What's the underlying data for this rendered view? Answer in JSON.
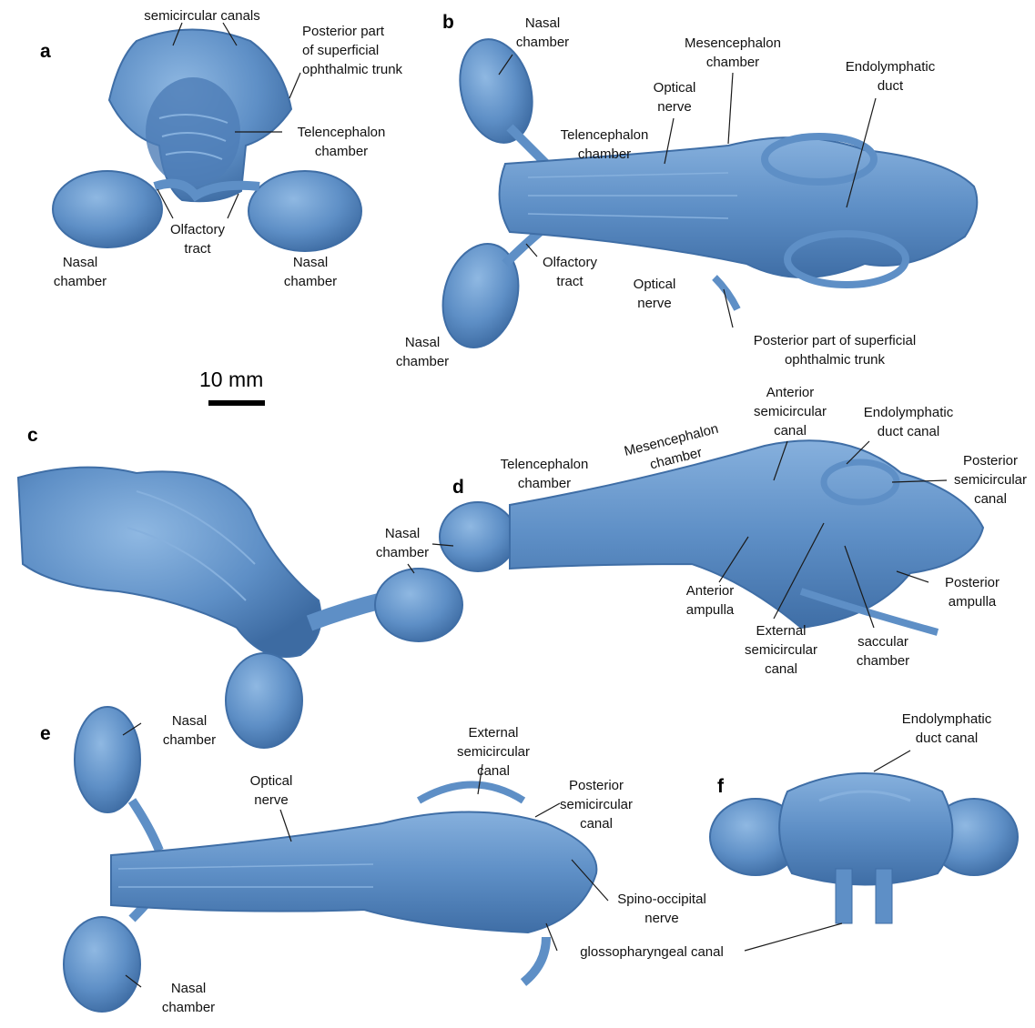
{
  "colors": {
    "brain": "#5e8fc6",
    "brain_dark": "#3f6ea6",
    "brain_light": "#86b0dd",
    "leader": "#1a1a1a"
  },
  "scale_bar": {
    "label": "10 mm"
  },
  "panels": {
    "a": {
      "letter": "a",
      "labels": {
        "semicircular": "semicircular canals",
        "superficial": "Posterior part\nof superficial\nophthalmic trunk",
        "telencephalon": "Telencephalon\nchamber",
        "olfactory": "Olfactory\ntract",
        "nasal_left": "Nasal\nchamber",
        "nasal_right": "Nasal\nchamber"
      }
    },
    "b": {
      "letter": "b",
      "labels": {
        "nasal_top": "Nasal\nchamber",
        "mesencephalon": "Mesencephalon\nchamber",
        "endolymphatic": "Endolymphatic\nduct",
        "optical_top": "Optical\nnerve",
        "telencephalon": "Telencephalon\nchamber",
        "olfactory": "Olfactory\ntract",
        "optical_bottom": "Optical\nnerve",
        "superficial": "Posterior part of superficial\nophthalmic trunk",
        "nasal_bottom": "Nasal\nchamber"
      }
    },
    "c": {
      "letter": "c",
      "labels": {
        "nasal": "Nasal\nchamber"
      }
    },
    "d": {
      "letter": "d",
      "labels": {
        "telencephalon": "Telencephalon\nchamber",
        "mesencephalon": "Mesencephalon\nchamber",
        "anterior_canal": "Anterior\nsemicircular\ncanal",
        "endolymphatic": "Endolymphatic\nduct canal",
        "posterior_canal": "Posterior\nsemicircular\ncanal",
        "anterior_ampulla": "Anterior\nampulla",
        "external_canal": "External\nsemicircular\ncanal",
        "saccular": "saccular\nchamber",
        "posterior_ampulla": "Posterior\nampulla"
      }
    },
    "e": {
      "letter": "e",
      "labels": {
        "nasal_top": "Nasal\nchamber",
        "optical": "Optical\nnerve",
        "external_canal": "External\nsemicircular\ncanal",
        "posterior_canal": "Posterior\nsemicircular\ncanal",
        "spino": "Spino-occipital\nnerve",
        "glosso": "glossopharyngeal canal",
        "nasal_bottom": "Nasal\nchamber"
      }
    },
    "f": {
      "letter": "f",
      "labels": {
        "endolymphatic": "Endolymphatic\nduct canal"
      }
    }
  }
}
